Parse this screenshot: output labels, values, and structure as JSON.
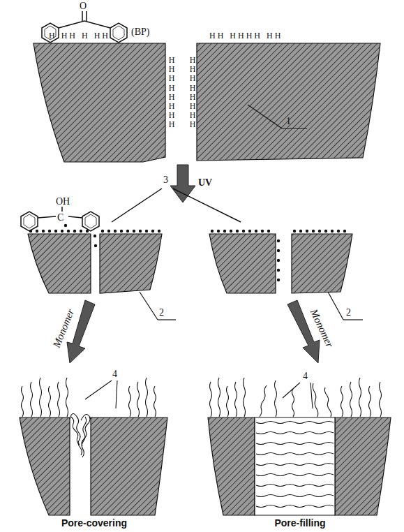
{
  "diagram": {
    "labels": [
      "O",
      "(BP)",
      "H HH H HH",
      "HH HHHH HH",
      "HHHHHHHH",
      "HHHHHHHH",
      "1",
      "UV",
      "OH",
      "C",
      "3",
      "2",
      "2",
      "Monomer",
      "Monomer",
      "4",
      "4",
      "Pore-covering",
      "Pore-filling"
    ]
  }
}
